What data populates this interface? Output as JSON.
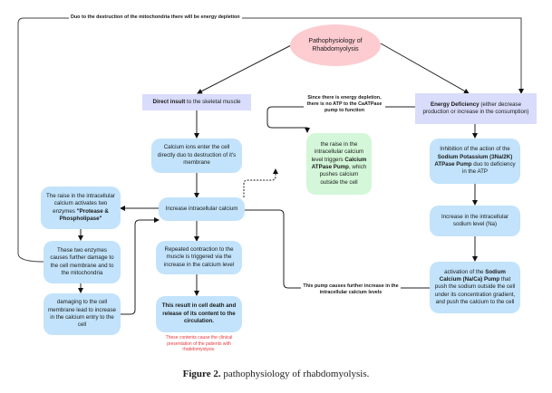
{
  "title": "Pathophysiology of Rhabdomyolysis",
  "title_line1": "Pathophysiology of",
  "title_line2": "Rhabdomyolysis",
  "top_label": "Duo to the destruction of the mitochondria there will be energy depletion",
  "direct_insult": {
    "bold": "Direct insult",
    "rest": " to the skeletal muscle"
  },
  "energy_deficiency": {
    "bold": "Energy Deficiency",
    "rest": " (either decrease production or increase in the consumption)"
  },
  "calcium_enter": "Calcium ions enter the cell directly duo to destruction of it's membrane",
  "increase_calcium": "Increase intracellular calcium",
  "repeated_contraction": "Repeated contraction to the muscle is triggered via the increase in the calcium level",
  "cell_death": "This result in cell death and release of its content to the circulation.",
  "clinical_note": "These contents cause the clinical presentation of the patients with rhabdomyolysis.",
  "enzymes": {
    "pre": "The raise in the intracellular calcium activates two enzymes ",
    "bold": "\"Protease & Phospholipase\""
  },
  "enzyme_damage": "These two enzymes causes further damage to the cell membrane and to the mitochondria",
  "membrane_damage": "damaging to the cell membrane lead to increase in the calcium entry to the cell",
  "atp_label": "Since there is energy depletion, there is no ATP to the CaATPase pump to function",
  "catpase": {
    "pre": "the raise in the intracellular calcium level triggers ",
    "bold": "Calcium ATPase Pump",
    "post": ", which pushes calcium outside the cell"
  },
  "nak": {
    "pre": "Inhibition of the action of the ",
    "bold": "Sodium Potassium (3Na/2K) ATPase Pump",
    "post": " duo to deficiency in the ATP"
  },
  "sodium_increase": "Increase in the intracellular sodium level (Na)",
  "naca": {
    "pre": "activation of the ",
    "bold": "Sodium Calcium (Na/Ca) Pump",
    "post": " that push the sodium outside the cell under its concentration gradient, and push the calcium to the cell"
  },
  "pump_label": "This pump causes further increase in the intracellular calcium levels",
  "caption": {
    "bold": "Figure 2.",
    "rest": " pathophysiology of rhabdomyolysis."
  },
  "colors": {
    "blue": "#c2e3fb",
    "green": "#d3f7d8",
    "purple": "#d9dcfa",
    "pink": "#fcccd1",
    "note": "#e5383b"
  }
}
